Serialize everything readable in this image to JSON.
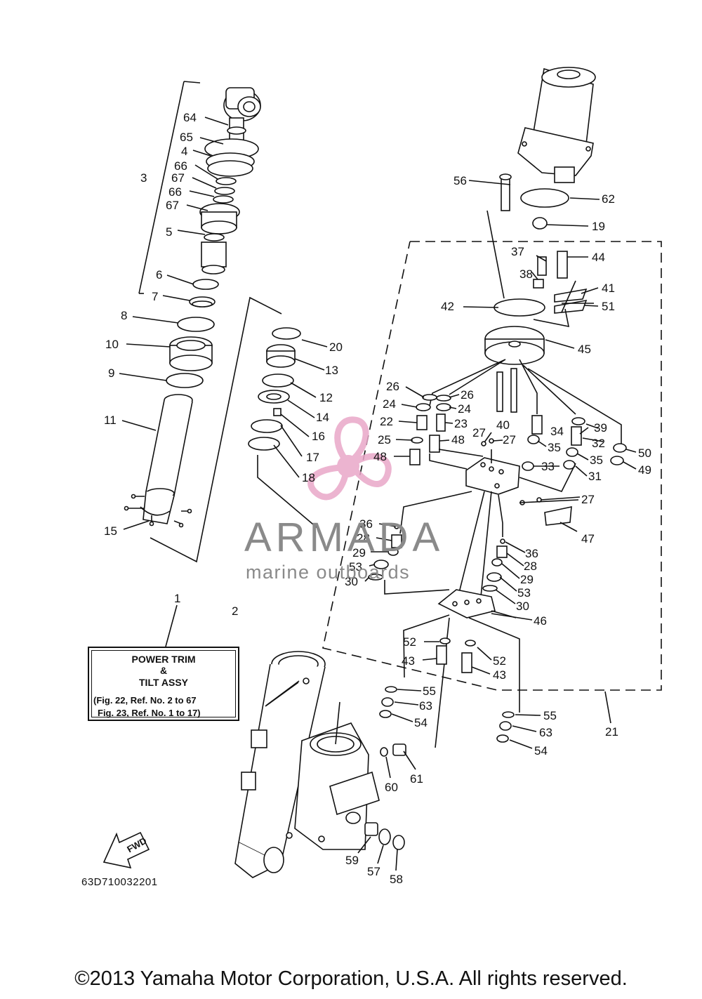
{
  "note_box": {
    "line1": "POWER TRIM",
    "line2": "&",
    "line3": "TILT ASSY",
    "ref1": "(Fig. 22, Ref. No. 2 to 67",
    "ref2": "Fig. 23, Ref. No. 1 to 17)"
  },
  "diagram_code": "63D710032201",
  "copyright": "©2013 Yamaha Motor Corporation, U.S.A. All rights reserved.",
  "watermark": {
    "name": "ARMADA",
    "subtitle": "marine outboards",
    "logo_color": "#e9a7c8",
    "text_color": "#8a8a8a"
  },
  "fwd_label": "FWD",
  "callouts": {
    "c1": "1",
    "c2": "2",
    "c3": "3",
    "c4": "4",
    "c5": "5",
    "c6": "6",
    "c7": "7",
    "c8": "8",
    "c9": "9",
    "c10": "10",
    "c11": "11",
    "c12": "12",
    "c13": "13",
    "c14": "14",
    "c15": "15",
    "c16": "16",
    "c17": "17",
    "c18": "18",
    "c19": "19",
    "c20": "20",
    "c21": "21",
    "c22": "22",
    "c23": "23",
    "c24": "24",
    "c25": "25",
    "c26": "26",
    "c27": "27",
    "c28": "28",
    "c29": "29",
    "c30": "30",
    "c31": "31",
    "c32": "32",
    "c33": "33",
    "c34": "34",
    "c35": "35",
    "c36": "36",
    "c37": "37",
    "c38": "38",
    "c39": "39",
    "c40": "40",
    "c41": "41",
    "c42": "42",
    "c43": "43",
    "c44": "44",
    "c45": "45",
    "c46": "46",
    "c47": "47",
    "c48": "48",
    "c49": "49",
    "c50": "50",
    "c51": "51",
    "c52": "52",
    "c53": "53",
    "c54": "54",
    "c55": "55",
    "c56": "56",
    "c57": "57",
    "c58": "58",
    "c59": "59",
    "c60": "60",
    "c61": "61",
    "c62": "62",
    "c63": "63",
    "c64": "64",
    "c65": "65",
    "c66": "66",
    "c67": "67"
  }
}
